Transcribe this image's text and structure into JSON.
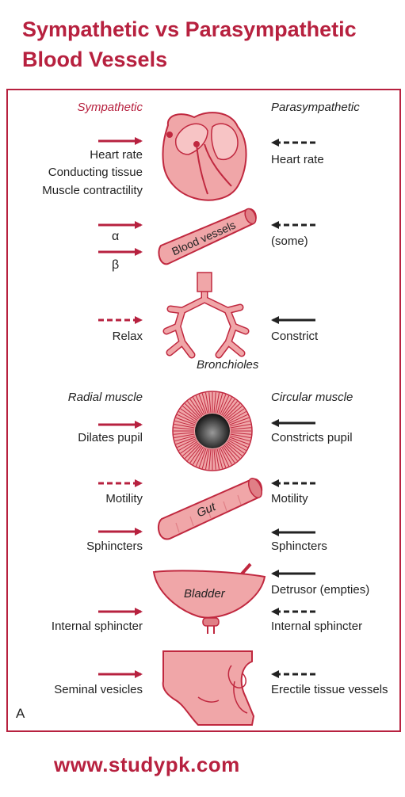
{
  "title_line1": "Sympathetic vs Parasympathetic",
  "title_line2": "Blood Vessels",
  "header_sympathetic": "Sympathetic",
  "header_parasympathetic": "Parasympathetic",
  "heart": {
    "sym_labels": [
      "Heart rate",
      "Conducting tissue",
      "Muscle contractility"
    ],
    "para_label": "Heart rate"
  },
  "vessels": {
    "tube_label": "Blood vessels",
    "alpha": "α",
    "beta": "β",
    "para_label": "(some)"
  },
  "bronchioles": {
    "sym_label": "Relax",
    "para_label": "Constrict",
    "organ_label": "Bronchioles"
  },
  "eye": {
    "sym_header": "Radial muscle",
    "para_header": "Circular muscle",
    "sym_label": "Dilates pupil",
    "para_label": "Constricts pupil"
  },
  "gut": {
    "organ_label": "Gut",
    "sym_motility": "Motility",
    "para_motility": "Motility",
    "sym_sphincters": "Sphincters",
    "para_sphincters": "Sphincters"
  },
  "bladder": {
    "organ_label": "Bladder",
    "para_detrusor": "Detrusor (empties)",
    "sym_internal": "Internal sphincter",
    "para_internal": "Internal sphincter"
  },
  "genital": {
    "sym_label": "Seminal vesicles",
    "para_label": "Erectile tissue vessels"
  },
  "panel_letter": "A",
  "footer": "www.studypk.com",
  "colors": {
    "accent": "#b7213f",
    "organ_fill": "#f0a6a8",
    "organ_stroke": "#c0283f",
    "para_arrow": "#222222"
  }
}
